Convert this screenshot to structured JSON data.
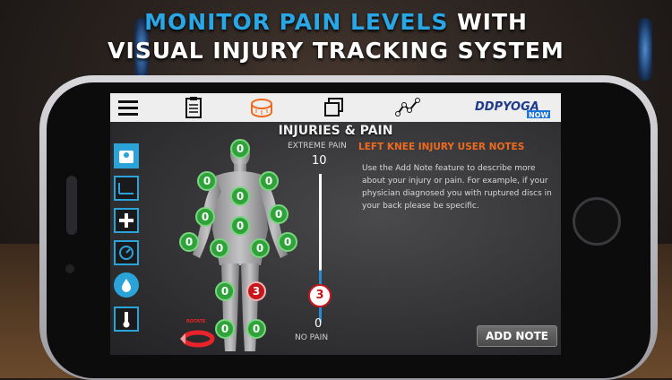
{
  "promo": {
    "line1_a": "MONITOR PAIN LEVELS",
    "line1_b": " WITH",
    "line2": "VISUAL INJURY TRACKING SYSTEM"
  },
  "toolbar": {
    "icons": [
      "menu-icon",
      "clipboard-icon",
      "tape-measure-icon",
      "layers-icon",
      "chart-line-icon"
    ],
    "logo_text": "DDPYOGA",
    "logo_sub": "NOW"
  },
  "screen": {
    "title": "INJURIES & PAIN",
    "extreme_label": "EXTREME PAIN",
    "max_value": "10",
    "min_value": "0",
    "no_pain_label": "NO PAIN",
    "current_value": "3",
    "notes_title": "LEFT KNEE INJURY USER NOTES",
    "notes_body": "Use the Add Note feature to describe more about your injury or pain. For example, if your physician diagnosed you with ruptured discs in your back please be specific.",
    "add_note_label": "ADD NOTE",
    "rotate_label": "ROTATE"
  },
  "sidebar": [
    "scale-icon",
    "body-chart-icon",
    "add-icon",
    "gauge-icon",
    "water-drop-icon",
    "thermometer-icon"
  ],
  "pain_points": [
    {
      "name": "head",
      "value": "0"
    },
    {
      "name": "left-shoulder",
      "value": "0"
    },
    {
      "name": "right-shoulder",
      "value": "0"
    },
    {
      "name": "chest",
      "value": "0"
    },
    {
      "name": "left-upper-arm",
      "value": "0"
    },
    {
      "name": "right-upper-arm",
      "value": "0"
    },
    {
      "name": "abdomen",
      "value": "0"
    },
    {
      "name": "left-hand",
      "value": "0"
    },
    {
      "name": "left-hip",
      "value": "0"
    },
    {
      "name": "right-hip",
      "value": "0"
    },
    {
      "name": "right-hand",
      "value": "0"
    },
    {
      "name": "right-knee",
      "value": "0"
    },
    {
      "name": "left-knee",
      "value": "3",
      "active": true
    },
    {
      "name": "right-foot",
      "value": "0"
    },
    {
      "name": "left-foot",
      "value": "0"
    }
  ],
  "colors": {
    "accent": "#2aa3d8",
    "pain_red": "#c8161d",
    "green": "#2fa33a",
    "orange": "#f06a1e"
  }
}
